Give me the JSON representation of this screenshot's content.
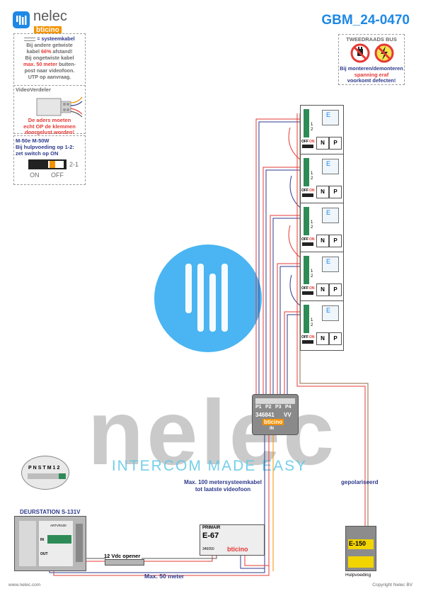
{
  "brand": {
    "name": "nelec",
    "tagline": "INTERCOM MADE EASY",
    "sublogo": "bticino",
    "color": "#1e88e5"
  },
  "doc_id": "GBM_24-0470",
  "notes": {
    "systeemkabel": {
      "legend": "= systeemkabel",
      "line1": "Bij andere getwiste",
      "line2_pre": "kabel ",
      "line2_pct": "66%",
      "line2_post": " afstand!",
      "line3": "Bij ongetwiste kabel",
      "line4": "max. 50 meter",
      "line4_post": " buiten-",
      "line5": "post naar videofoon.",
      "line6": "UTP op aanvraag."
    },
    "verdeler": {
      "title": "VideoVerdeler",
      "line1": "De aders moeten",
      "line2": "echt OP de klemmen",
      "line3": "doorgelust worden!"
    },
    "switch": {
      "line1": "M-50e  M-50W",
      "line2": "Bij hulpvoeding op 1-2:",
      "line3": "zet switch op ON",
      "on": "ON",
      "off": "OFF",
      "mark": "2-1"
    },
    "bus": {
      "title": "TWEEDRAADS BUS",
      "line1": "Bij monteren/demonteren",
      "line2": "spanning eraf",
      "line3": "voorkomt defecten!"
    }
  },
  "monitor": {
    "e_label": "E",
    "n_label": "N",
    "p_label": "P",
    "off_label": "OFF",
    "on_label": "ON",
    "terminals": [
      "1",
      "2"
    ]
  },
  "distributor": {
    "model": "346841",
    "vv": "VV",
    "ports": [
      "P1",
      "P2",
      "P3",
      "P4"
    ],
    "in_label": "IN",
    "brand": "bticino"
  },
  "door_station": {
    "title": "DEURSTATION S-131V",
    "terminals": [
      "P",
      "N",
      "S",
      "T",
      "M",
      "1",
      "2"
    ],
    "model": "ARTVR100",
    "in": "IN",
    "out": "OUT"
  },
  "opener": {
    "label": "12 Vdc opener"
  },
  "psu_primary": {
    "primair": "PRIMAIR",
    "model": "E-67",
    "code": "346050",
    "brand": "bticino"
  },
  "psu_aux": {
    "model": "E-150",
    "label": "Hulpvoeding"
  },
  "labels": {
    "max100_line1": "Max. 100 metersysteemkabel",
    "max100_line2": "tot laatste videofoon",
    "gepolariseerd": "gepolariseerd",
    "max50": "Max. 50 meter"
  },
  "footer": {
    "left": "www.nelec.com",
    "right": "Copyright Nelec BV"
  }
}
